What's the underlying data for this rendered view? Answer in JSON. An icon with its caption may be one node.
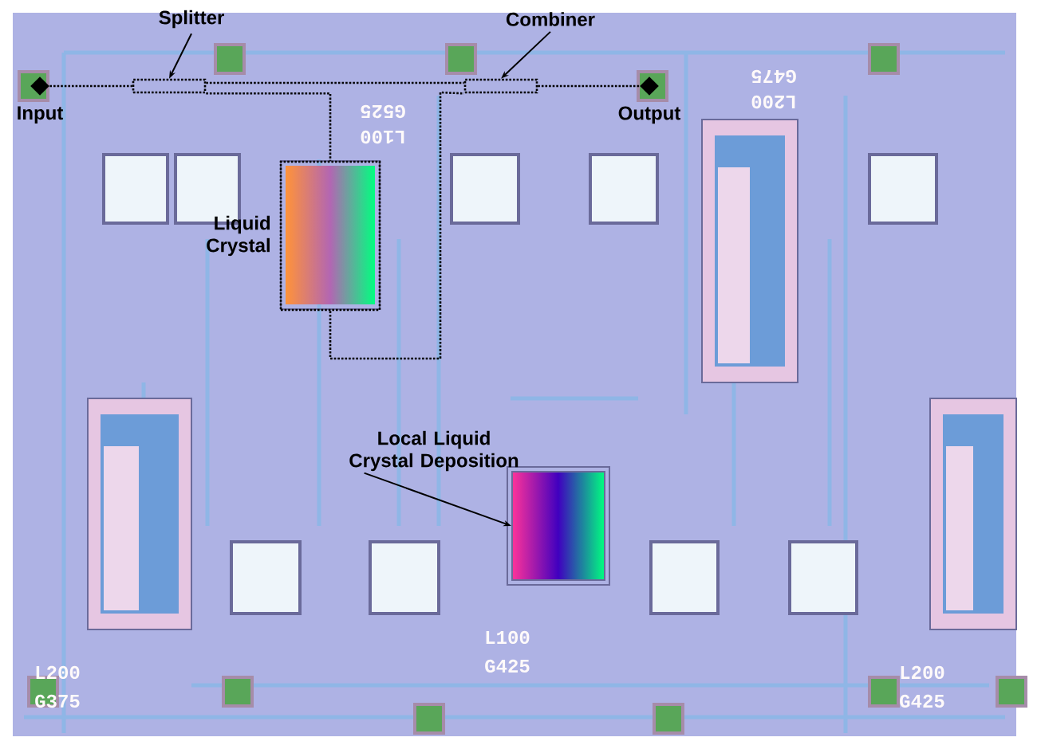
{
  "diagram": {
    "nodes": [
      {
        "text": [
          "Splitter"
        ]
      },
      {
        "text": [],
        "shape": "box"
      },
      {
        "text": [
          "Combiner"
        ]
      },
      {
        "text": [],
        "shape": "box"
      },
      {
        "text": [],
        "shape": "diamond",
        "beside": [
          "Input"
        ]
      },
      {
        "text": [],
        "shape": "diamond",
        "beside": [
          "Output"
        ]
      },
      {
        "text": [],
        "shape": "box",
        "beside": [
          "Liquid Crystal"
        ]
      },
      {
        "text": [
          "Local Liquid Crystal Deposition"
        ]
      },
      {
        "text": [],
        "shape": "picture"
      }
    ],
    "edges": [
      {
        "from": 0,
        "to": 1,
        "arrow": "to"
      },
      {
        "from": 2,
        "to": 3,
        "arrow": "to"
      },
      {
        "from": 4,
        "to": 1,
        "arrow": "none",
        "style": "dashed"
      },
      {
        "from": 1,
        "to": 3,
        "arrow": "none",
        "style": "dashed"
      },
      {
        "from": 1,
        "to": 6,
        "arrow": "none",
        "style": "dashed"
      },
      {
        "from": 6,
        "to": 3,
        "arrow": "none",
        "style": "dashed"
      },
      {
        "from": 3,
        "to": 5,
        "arrow": "none",
        "style": "dashed"
      },
      {
        "from": 7,
        "to": 8,
        "arrow": "to"
      }
    ],
    "labels": [
      "L100",
      "G525",
      "L200",
      "G475",
      "L200",
      "G375",
      "L100",
      "G425",
      "L200",
      "G425"
    ]
  }
}
